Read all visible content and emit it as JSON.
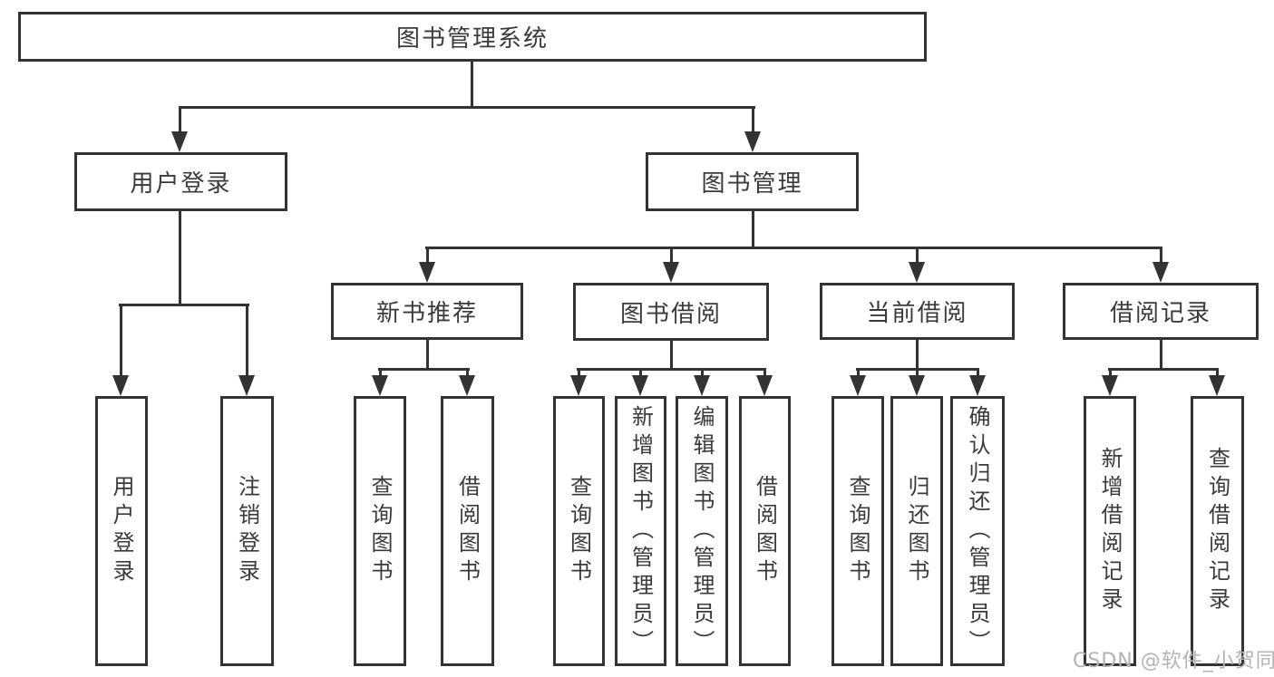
{
  "diagram": {
    "root": "图书管理系统",
    "level2": [
      "用户登录",
      "图书管理"
    ],
    "level3": [
      "新书推荐",
      "图书借阅",
      "当前借阅",
      "借阅记录"
    ],
    "leaves_user_login": [
      "用户登录",
      "注销登录"
    ],
    "leaves_new_books": [
      "查询图书",
      "借阅图书"
    ],
    "leaves_book_borrow": [
      "查询图书",
      "新增图书（管理员）",
      "编辑图书（管理员）",
      "借阅图书"
    ],
    "leaves_current_borrow": [
      "查询图书",
      "归还图书",
      "确认归还（管理员）"
    ],
    "leaves_borrow_records": [
      "新增借阅记录",
      "查询借阅记录"
    ]
  },
  "watermark": "CSDN @软件_小贺同学",
  "colors": {
    "line": "#333333",
    "text": "#3a3a3a",
    "watermark": "#b3b3b3",
    "background": "#ffffff"
  }
}
